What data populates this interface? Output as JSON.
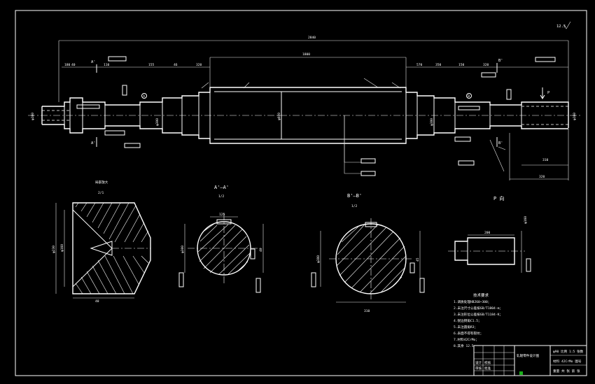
{
  "drawing": {
    "roughness_symbol": "12.5",
    "overall_length": "2840",
    "center_length": "1800",
    "labels": {
      "section_a_top": "A'",
      "section_a_bottom": "A'",
      "section_b_top": "B'",
      "section_b_bottom": "B'",
      "view_p": "P",
      "datum_a": "A",
      "datum_b": "B"
    },
    "dims_left": [
      "180",
      "40",
      "110",
      "155",
      "46",
      "320"
    ],
    "dims_right": [
      "570",
      "350",
      "150",
      "320",
      "310"
    ],
    "dim_vertical": [
      "φ160",
      "φ300",
      "φ600",
      "φ380",
      "φ160"
    ],
    "detail_view": {
      "title": "局部放大",
      "scale": "2/1",
      "dims": [
        "φ230",
        "φ160",
        "40"
      ]
    },
    "section_a": {
      "title": "A'—A'",
      "scale": "1/2",
      "dims": [
        "φ300",
        "40",
        "125"
      ]
    },
    "section_b": {
      "title": "B'—B'",
      "scale": "1/2",
      "dims": [
        "φ380",
        "45",
        "310"
      ]
    },
    "view_p_section": {
      "title": "P 向",
      "dims": [
        "200",
        "φ160"
      ]
    },
    "notes": {
      "heading": "技术要求",
      "lines": [
        "1.调质处理HB260~300；",
        "2.未注尺寸公差按GB/T1804-m；",
        "3.未注形位公差按GB/T1184-K；",
        "4.锐边倒角C1.5；",
        "5.未注圆角R3；",
        "6.表面不得有裂纹；",
        "7.材料42CrMo；",
        "8.其余 12.5"
      ]
    },
    "title_block": {
      "name": "轧辊零件设计图",
      "rows": [
        "设计",
        "校核",
        "审核",
        "批准"
      ],
      "right_rows": [
        "φ90 比例 1:5 张数",
        "材料 42CrMo 图号",
        "重量 共 张 第 张"
      ]
    }
  }
}
